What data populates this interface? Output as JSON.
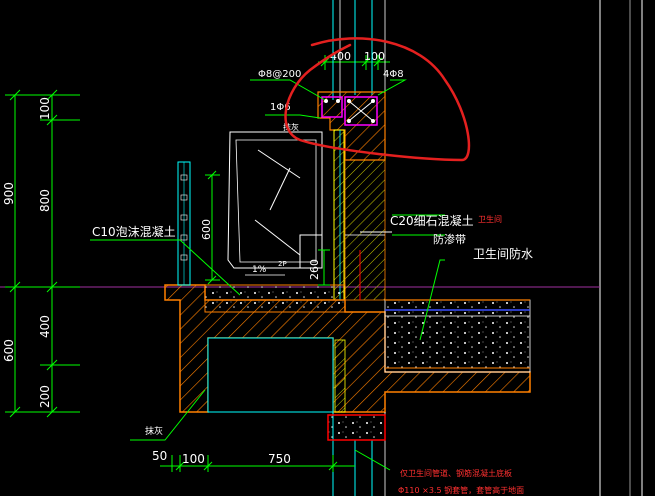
{
  "drawing": {
    "dimensions": {
      "top_400": "400",
      "top_100": "100",
      "left_900": "900",
      "left_800": "800",
      "left_100": "100",
      "left_600": "600",
      "left_400": "400",
      "left_200": "200",
      "box_600": "600",
      "curb_260": "260",
      "bottom_50": "50",
      "bottom_100": "100",
      "bottom_750": "750"
    },
    "annotations": {
      "rebar_spacing": "Φ8@200",
      "rebar_top_right": "4Φ8",
      "rebar_small": "1Φ6",
      "corner_note": "抹灰",
      "c10_label": "C10泡沫混凝土",
      "c20_label": "C20细石混凝土",
      "waterproof_band": "防渗带",
      "bathroom_red": "卫生间",
      "bathroom_waterproof": "卫生间防水",
      "slope": "1%",
      "small_2p": "2P",
      "bottom_note": "抹灰",
      "bottom_red_1": "仅卫生间管道、钢筋混凝土底板",
      "bottom_red_2": "Φ110 ×3.5 钢套管，套管高于地面"
    },
    "colors": {
      "background": "#000000",
      "dimension_green": "#00ff00",
      "concrete_yellow": "#ffff00",
      "white_line": "#ffffff",
      "cyan": "#00ffff",
      "magenta": "#ff00ff",
      "red": "#ff0000",
      "orange": "#ff8000",
      "blue": "#3a4fff",
      "markup_red": "#e4201f"
    },
    "icons": [
      "toilet-fixture-icon",
      "rebar-cross-icon",
      "markup-circle-icon"
    ]
  }
}
